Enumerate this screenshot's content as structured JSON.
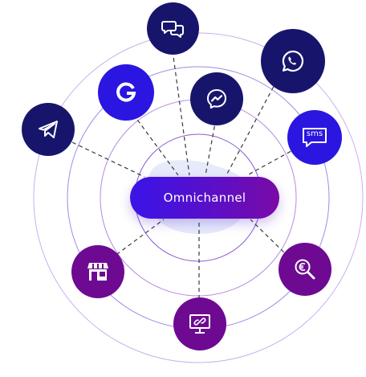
{
  "center": {
    "label": "Omnichannel"
  },
  "colors": {
    "navy": "#17156b",
    "royal_blue": "#2a16e0",
    "purple": "#6d0a91",
    "ring": "#b99be8",
    "ring_inner": "#8f7de0",
    "blob": "#e6ebfb",
    "dash": "#333333"
  },
  "channels": [
    {
      "name": "chat",
      "icon": "chat-bubbles-icon",
      "color": "navy"
    },
    {
      "name": "whatsapp",
      "icon": "whatsapp-icon",
      "color": "navy"
    },
    {
      "name": "google",
      "icon": "google-icon",
      "color": "royal_blue"
    },
    {
      "name": "messenger",
      "icon": "messenger-icon",
      "color": "navy"
    },
    {
      "name": "telegram",
      "icon": "telegram-icon",
      "color": "navy"
    },
    {
      "name": "sms",
      "icon": "sms-bubble-icon",
      "label": "sms",
      "color": "royal_blue"
    },
    {
      "name": "store",
      "icon": "storefront-icon",
      "color": "purple"
    },
    {
      "name": "euro-search",
      "icon": "euro-search-icon",
      "color": "purple"
    },
    {
      "name": "web",
      "icon": "monitor-link-icon",
      "color": "purple"
    }
  ]
}
